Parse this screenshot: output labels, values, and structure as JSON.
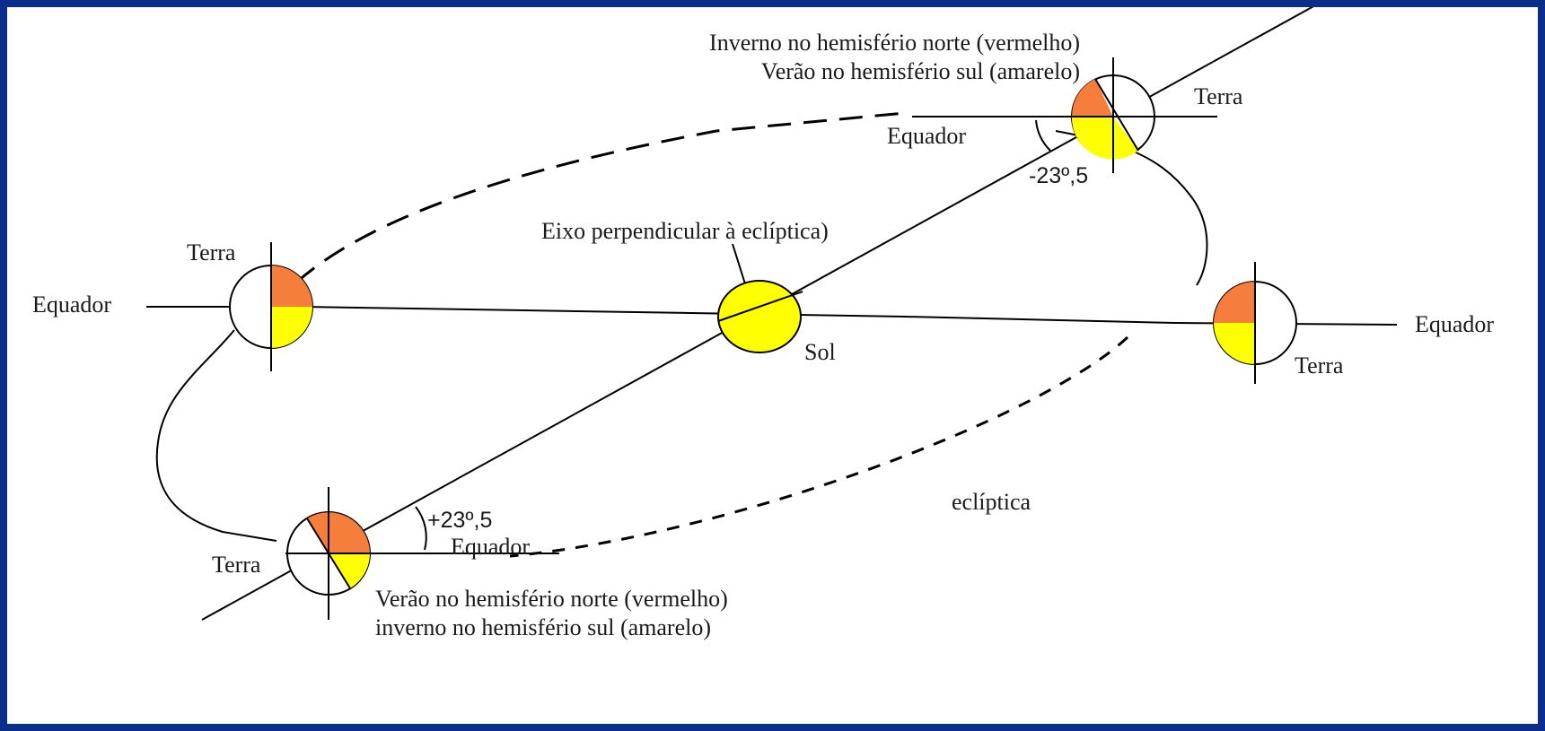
{
  "colors": {
    "frame": "#0b2d8c",
    "background": "#ffffff",
    "north_hemisphere": "#f57e3d",
    "south_hemisphere": "#ffff00",
    "sun": "#ffff00",
    "lines": "#000000"
  },
  "labels": {
    "winter_north": "Inverno no hemisfério norte (vermelho)",
    "summer_south": "Verão no hemisfério sul (amarelo)",
    "summer_north": "Verão no hemisfério norte (vermelho)",
    "winter_south": "inverno no hemisfério sul (amarelo)",
    "axis_perpendicular": "Eixo perpendicular à eclíptica)",
    "sun": "Sol",
    "ecliptic": "eclíptica",
    "earth_top": "Terra",
    "earth_left": "Terra",
    "earth_right": "Terra",
    "earth_bottom": "Terra",
    "equator_top": "Equador",
    "equator_left": "Equador",
    "equator_right": "Equador",
    "equator_bottom": "Equador",
    "angle_minus": "-23º,5",
    "angle_plus": "+23º,5"
  }
}
